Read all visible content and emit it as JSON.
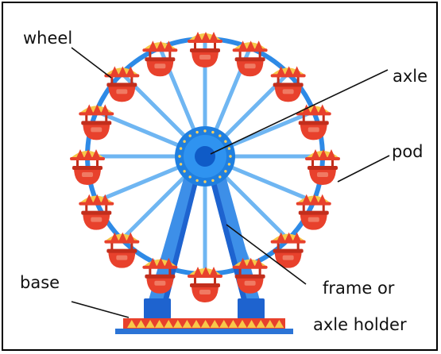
{
  "labels": {
    "wheel": "wheel",
    "axle": "axle",
    "pod": "pod",
    "base": "base",
    "frame_line1": "frame or",
    "frame_line2": "axle holder"
  },
  "colors": {
    "rim": "#2E8AE6",
    "spoke": "#6FB6F2",
    "hub": "#1F7FE0",
    "hub_inner": "#0F5BC7",
    "frame_dark": "#1E63CF",
    "frame_light": "#3D8FE8",
    "pod_red": "#E8412C",
    "pod_dark": "#C22E1C",
    "canopy_yellow": "#F7C84A",
    "canopy_red": "#E8412C",
    "base_red": "#E8412C",
    "base_yellow": "#F7C84A",
    "ground_blue": "#2B74D6"
  },
  "pod_count": 16
}
